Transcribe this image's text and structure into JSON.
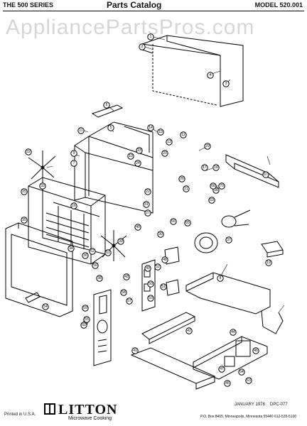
{
  "header": {
    "series": "THE 500 SERIES",
    "title": "Parts Catalog",
    "model": "MODEL 520.001"
  },
  "watermark": "AppliancePartsPros.com",
  "callouts": [
    {
      "id": "c1",
      "label": "1"
    },
    {
      "id": "c2",
      "label": "2"
    },
    {
      "id": "c3",
      "label": "3"
    },
    {
      "id": "c4",
      "label": "4"
    },
    {
      "id": "c5",
      "label": "5"
    },
    {
      "id": "c6",
      "label": "6"
    },
    {
      "id": "c7",
      "label": "7"
    },
    {
      "id": "c8",
      "label": "8"
    },
    {
      "id": "c9",
      "label": "9"
    },
    {
      "id": "c10",
      "label": "10"
    },
    {
      "id": "c11",
      "label": "11"
    },
    {
      "id": "c12",
      "label": "12"
    },
    {
      "id": "c13",
      "label": "13"
    },
    {
      "id": "c14",
      "label": "14"
    },
    {
      "id": "c15",
      "label": "15"
    },
    {
      "id": "c16",
      "label": "16"
    },
    {
      "id": "c17",
      "label": "17"
    },
    {
      "id": "c18",
      "label": "18"
    },
    {
      "id": "c19",
      "label": "19"
    },
    {
      "id": "c20",
      "label": "20"
    },
    {
      "id": "c21",
      "label": "21"
    },
    {
      "id": "c22",
      "label": "22"
    },
    {
      "id": "c23",
      "label": "23"
    },
    {
      "id": "c24",
      "label": "24"
    },
    {
      "id": "c25",
      "label": "25"
    },
    {
      "id": "c26",
      "label": "26"
    },
    {
      "id": "c27",
      "label": "27"
    },
    {
      "id": "c28",
      "label": "28"
    },
    {
      "id": "c29",
      "label": "29"
    },
    {
      "id": "c30",
      "label": "30"
    },
    {
      "id": "c31",
      "label": "31"
    },
    {
      "id": "c32",
      "label": "32"
    },
    {
      "id": "c33",
      "label": "33"
    },
    {
      "id": "c34",
      "label": "34"
    },
    {
      "id": "c35",
      "label": "35"
    },
    {
      "id": "c36",
      "label": "36"
    },
    {
      "id": "c37",
      "label": "37"
    },
    {
      "id": "c38",
      "label": "38"
    },
    {
      "id": "c39",
      "label": "39"
    },
    {
      "id": "c40",
      "label": "40"
    },
    {
      "id": "c41",
      "label": "41"
    },
    {
      "id": "c42",
      "label": "42"
    },
    {
      "id": "c43",
      "label": "43"
    },
    {
      "id": "c44",
      "label": "44"
    },
    {
      "id": "c45",
      "label": "45"
    },
    {
      "id": "c46",
      "label": "46"
    },
    {
      "id": "c47",
      "label": "47"
    },
    {
      "id": "c48",
      "label": "48"
    },
    {
      "id": "c49",
      "label": "49"
    },
    {
      "id": "c50",
      "label": "50"
    },
    {
      "id": "c51",
      "label": "51"
    },
    {
      "id": "c52",
      "label": "52"
    },
    {
      "id": "c53",
      "label": "53"
    },
    {
      "id": "c54",
      "label": "54"
    },
    {
      "id": "c55",
      "label": "55"
    },
    {
      "id": "c56",
      "label": "56"
    },
    {
      "id": "c57",
      "label": "57"
    },
    {
      "id": "c58",
      "label": "58"
    },
    {
      "id": "c59",
      "label": "59"
    },
    {
      "id": "c60",
      "label": "60"
    },
    {
      "id": "c61",
      "label": "61"
    },
    {
      "id": "c62",
      "label": "62"
    },
    {
      "id": "c63",
      "label": "63"
    },
    {
      "id": "c64",
      "label": "64"
    },
    {
      "id": "c65",
      "label": "65"
    },
    {
      "id": "c66",
      "label": "66"
    },
    {
      "id": "c67",
      "label": "67"
    },
    {
      "id": "c68",
      "label": "68"
    },
    {
      "id": "c69",
      "label": "69"
    },
    {
      "id": "c70",
      "label": "70"
    }
  ],
  "footer": {
    "printed": "Printed in U.S.A.",
    "brand": "LITTON",
    "brand_sub": "Microwave Cooking",
    "date": "JANUARY 1978",
    "doc_code": "DPC-077",
    "address": "P.O. Box 8465, Minneapolis, Minnesota 55440",
    "phone": "612-535-5100"
  }
}
